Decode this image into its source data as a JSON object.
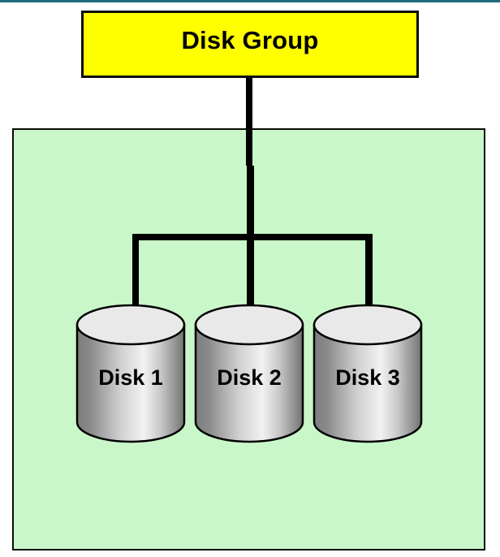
{
  "diagram": {
    "title": "Disk Group",
    "parent_node": {
      "label": "Disk Group",
      "fill_color": "#ffff00",
      "border_color": "#0c0c10"
    },
    "group_panel": {
      "fill_color": "#c9f7c9",
      "border_color": "#0a0a0a"
    },
    "top_rule": {
      "color": "#1f6b7a"
    },
    "connector": {
      "color": "#000000",
      "style": "orthogonal-tree"
    },
    "disks": [
      {
        "label": "Disk 1",
        "shape": "cylinder",
        "top_color": "#e9e9e9",
        "body_gradient": [
          "#808080",
          "#f2f2f2",
          "#767676"
        ]
      },
      {
        "label": "Disk 2",
        "shape": "cylinder",
        "top_color": "#e9e9e9",
        "body_gradient": [
          "#808080",
          "#f2f2f2",
          "#767676"
        ]
      },
      {
        "label": "Disk 3",
        "shape": "cylinder",
        "top_color": "#e9e9e9",
        "body_gradient": [
          "#808080",
          "#f2f2f2",
          "#767676"
        ]
      }
    ]
  }
}
